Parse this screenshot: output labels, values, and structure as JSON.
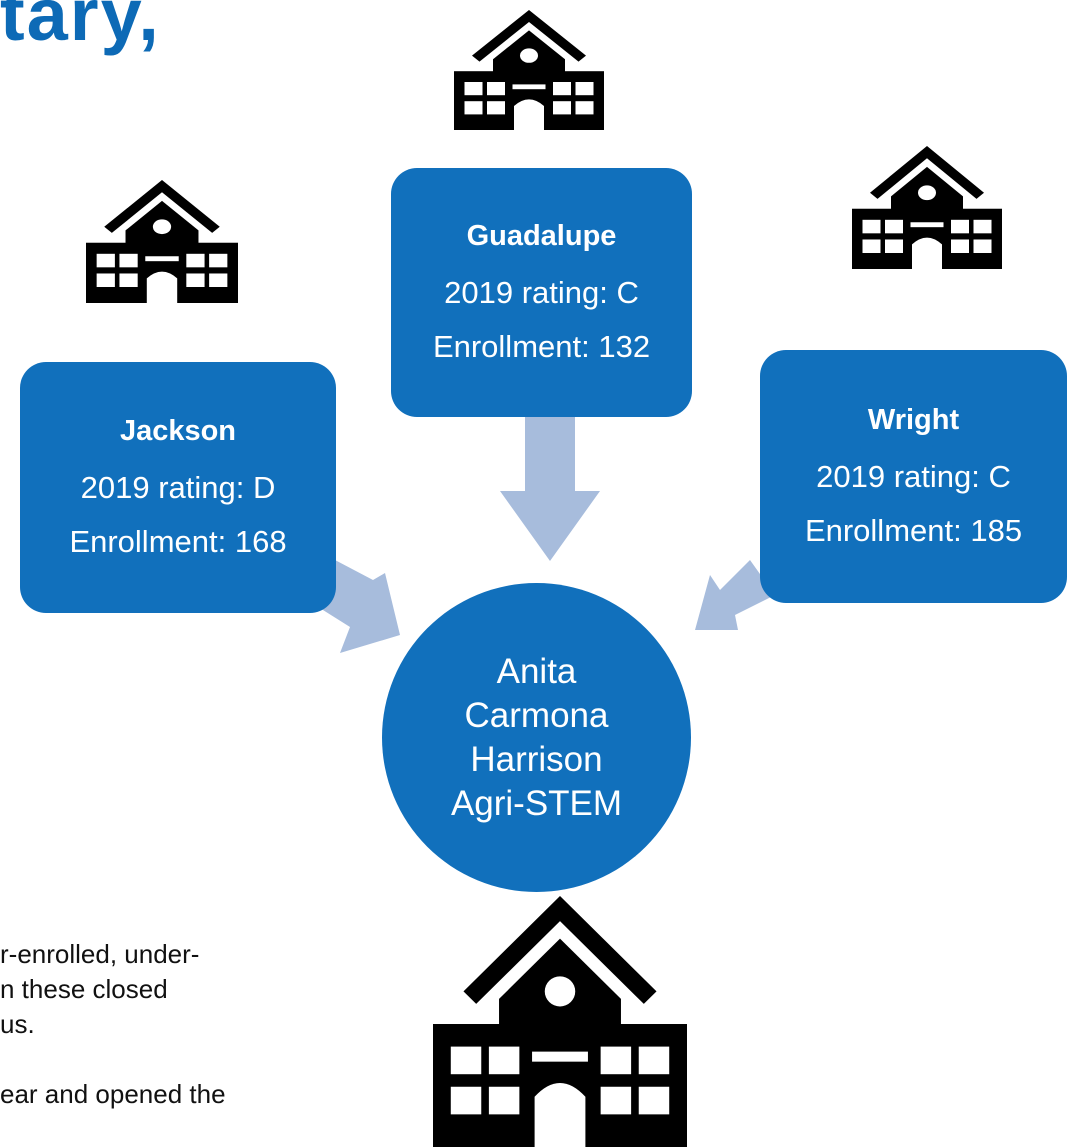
{
  "title_fragment": "tary,",
  "schools": {
    "guadalupe": {
      "name": "Guadalupe",
      "rating": "2019 rating: C",
      "enrollment": "Enrollment: 132"
    },
    "jackson": {
      "name": "Jackson",
      "rating": "2019 rating: D",
      "enrollment": "Enrollment: 168"
    },
    "wright": {
      "name": "Wright",
      "rating": "2019 rating: C",
      "enrollment": "Enrollment: 185"
    }
  },
  "merged_school": [
    "Anita",
    "Carmona",
    "Harrison",
    "Agri-STEM"
  ],
  "body_text": [
    "r-enrolled, under-",
    "n these closed",
    "us.",
    "ear and opened the"
  ],
  "icons": [
    "school-building-icon"
  ],
  "colors": {
    "box": "#1170bc",
    "arrow": "#a7bcdc",
    "title": "#0d6ab6",
    "icon": "#000000"
  }
}
